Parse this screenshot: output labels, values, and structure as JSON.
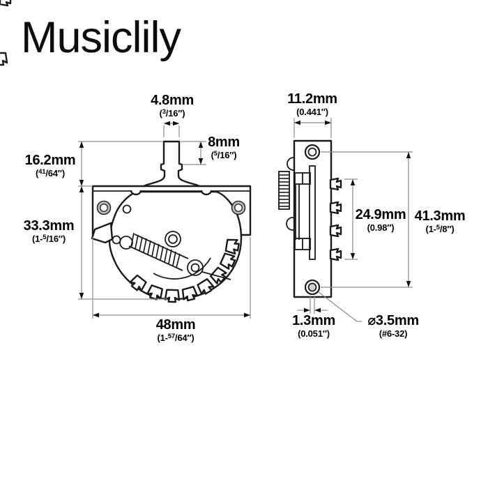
{
  "brand": "Musiclily",
  "dimensions": {
    "lever_width": {
      "value": "4.8mm",
      "alt_pre": "(",
      "alt_sup": "3",
      "alt_post": "/16″)"
    },
    "lever_height": {
      "value": "8mm",
      "alt_pre": "(",
      "alt_sup": "5",
      "alt_post": "/16″)"
    },
    "plate_to_tip": {
      "value": "16.2mm",
      "alt_pre": "(",
      "alt_sup": "41",
      "alt_post": "/64″)"
    },
    "body_depth": {
      "value": "33.3mm",
      "alt_pre": "(1-",
      "alt_sup": "5",
      "alt_post": "/16″)"
    },
    "overall_length": {
      "value": "48mm",
      "alt_pre": "(1-",
      "alt_sup": "57",
      "alt_post": "/64″)"
    },
    "side_width": {
      "value": "11.2mm",
      "alt_pre": "(0.441″)",
      "alt_sup": "",
      "alt_post": ""
    },
    "terminal_span": {
      "value": "24.9mm",
      "alt_pre": "(0.98″)",
      "alt_sup": "",
      "alt_post": ""
    },
    "hole_spacing": {
      "value": "41.3mm",
      "alt_pre": "(1-",
      "alt_sup": "5",
      "alt_post": "/8″)"
    },
    "wafer_thickness": {
      "value": "1.3mm",
      "alt_pre": "(0.051″)",
      "alt_sup": "",
      "alt_post": ""
    },
    "screw_hole": {
      "value": "⌀3.5mm",
      "alt_pre": "(#6-32)",
      "alt_sup": "",
      "alt_post": ""
    }
  }
}
